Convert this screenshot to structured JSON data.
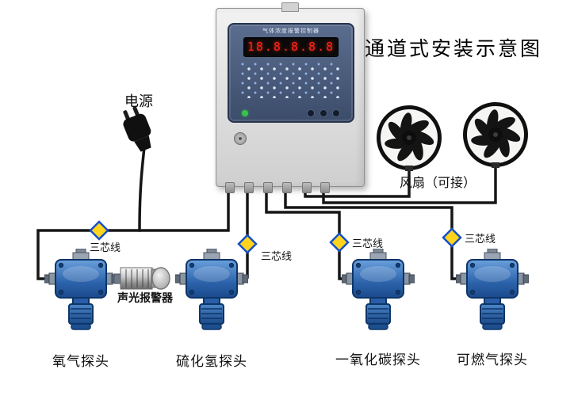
{
  "title": "通道式安装示意图",
  "controller": {
    "name_label": "气体浓度报警控制器",
    "led_display": "18.8.8.8.8"
  },
  "power_label": "电源",
  "fan_label": "风扇（可接）",
  "alarm_label": "声光报警器",
  "wire_tags": [
    {
      "label": "三芯线"
    },
    {
      "label": "三芯线"
    },
    {
      "label": "三芯线"
    },
    {
      "label": "三芯线"
    }
  ],
  "detectors": [
    {
      "label": "氧气探头"
    },
    {
      "label": "硫化氢探头"
    },
    {
      "label": "一氧化碳探头"
    },
    {
      "label": "可燃气探头"
    }
  ],
  "colors": {
    "wire_black": "#161616",
    "detector_blue": "#2c63ab",
    "diamond_yellow": "#ffd41f",
    "diamond_blue": "#1550c8",
    "led_red": "#ff2617",
    "panel_navy": "#43557a",
    "cabinet_gray": "#dcdcdc"
  }
}
